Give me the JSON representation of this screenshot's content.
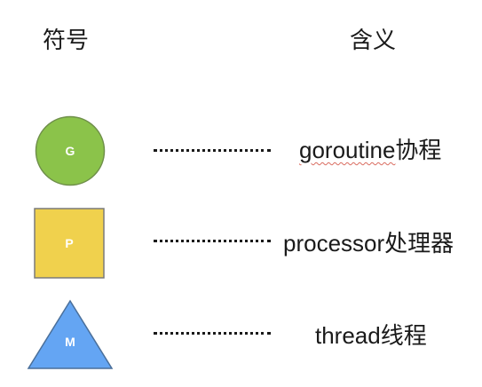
{
  "headers": {
    "symbol": "符号",
    "meaning": "含义"
  },
  "rows": [
    {
      "shape": "circle",
      "label": "G",
      "color": "#8bc34a",
      "stroke": "#6f8f4a",
      "meaning_prefix": "goroutine",
      "meaning_suffix": "协程"
    },
    {
      "shape": "square",
      "label": "P",
      "color": "#f0d14d",
      "stroke": "#7a7a7a",
      "meaning_prefix": "processor",
      "meaning_suffix": "处理器"
    },
    {
      "shape": "triangle",
      "label": "M",
      "color": "#64a5f3",
      "stroke": "#4a6f9a",
      "meaning_prefix": "thread",
      "meaning_suffix": "线程"
    }
  ]
}
